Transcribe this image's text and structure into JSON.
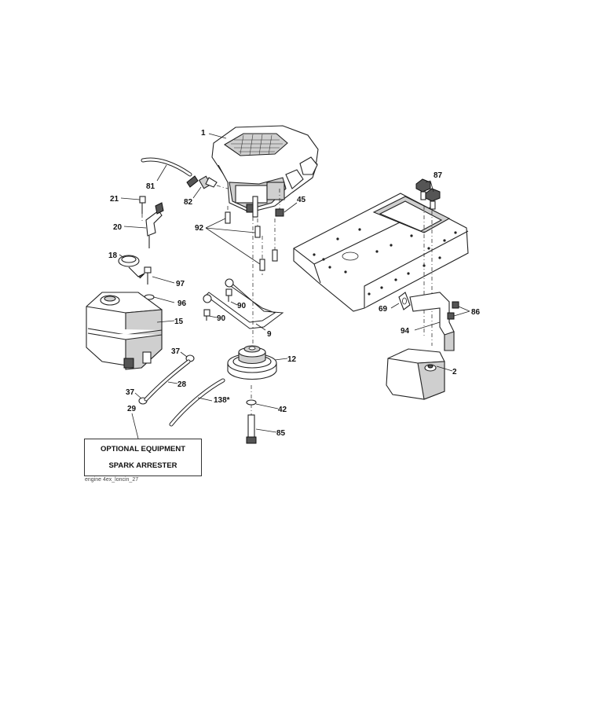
{
  "parts": [
    {
      "id": "engine",
      "ref": "1"
    },
    {
      "id": "muffler",
      "ref": "2"
    },
    {
      "id": "belt",
      "ref": "9"
    },
    {
      "id": "pulley",
      "ref": "12"
    },
    {
      "id": "fuel-tank",
      "ref": "15"
    },
    {
      "id": "tank-cap",
      "ref": "18"
    },
    {
      "id": "tank-bracket",
      "ref": "20"
    },
    {
      "id": "bracket-bolt",
      "ref": "21"
    },
    {
      "id": "fuel-line-short",
      "ref": "28"
    },
    {
      "id": "spark-arrester",
      "ref": "29"
    },
    {
      "id": "clamp-upper",
      "ref": "37"
    },
    {
      "id": "clamp-lower",
      "ref": "37"
    },
    {
      "id": "pulley-washer",
      "ref": "42"
    },
    {
      "id": "engine-nut",
      "ref": "45"
    },
    {
      "id": "muffler-gasket",
      "ref": "69"
    },
    {
      "id": "fuel-hose",
      "ref": "81"
    },
    {
      "id": "fuel-filter",
      "ref": "82"
    },
    {
      "id": "pulley-bolt",
      "ref": "85"
    },
    {
      "id": "muffler-nuts",
      "ref": "86"
    },
    {
      "id": "mount-knob",
      "ref": "87"
    },
    {
      "id": "belt-guide-upper",
      "ref": "90"
    },
    {
      "id": "belt-guide-lower",
      "ref": "90"
    },
    {
      "id": "engine-bolts",
      "ref": "92"
    },
    {
      "id": "exhaust-pipe",
      "ref": "94"
    },
    {
      "id": "tank-washer",
      "ref": "96"
    },
    {
      "id": "tank-screw",
      "ref": "97"
    },
    {
      "id": "fuel-line-long",
      "ref": "138*"
    }
  ],
  "optional_box": {
    "line1": "OPTIONAL EQUIPMENT",
    "line2": "SPARK ARRESTER"
  },
  "footer_code": "engine 4ex_loncin_27"
}
